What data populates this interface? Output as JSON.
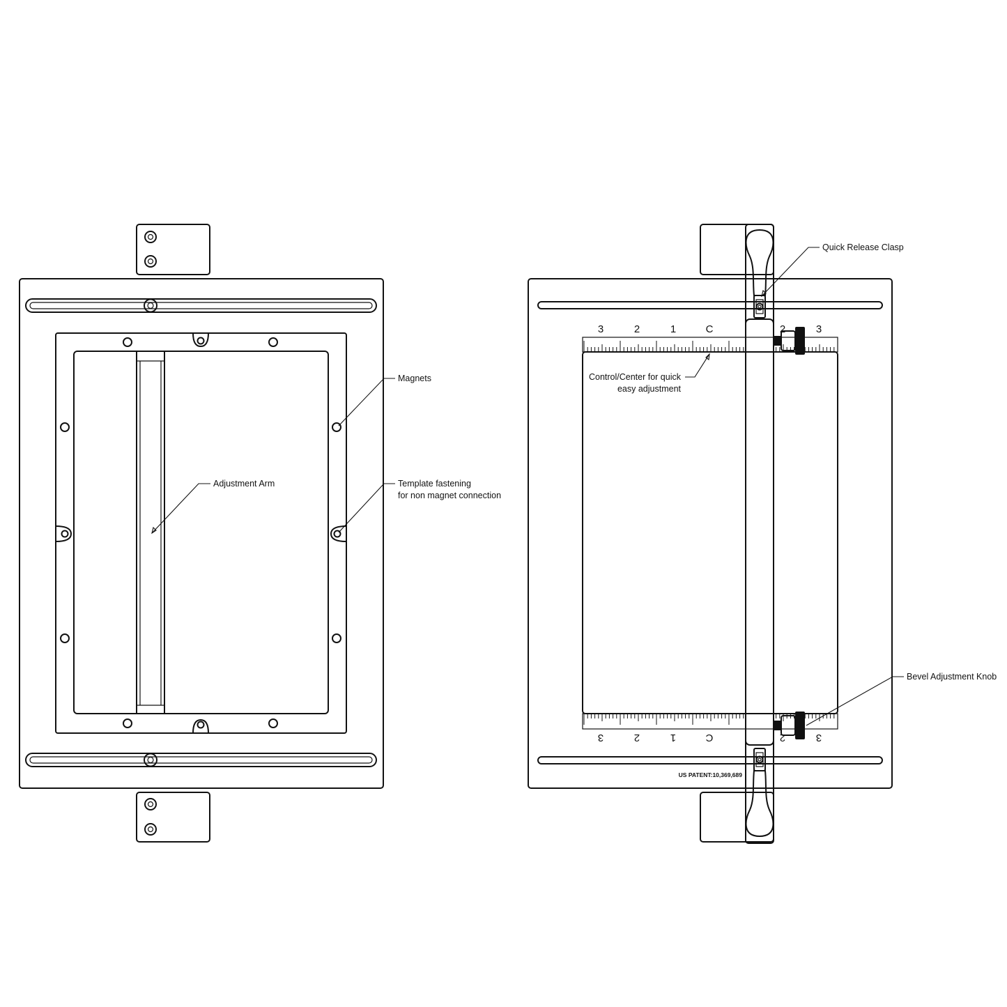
{
  "labels": {
    "magnets": "Magnets",
    "adjustment_arm": "Adjustment Arm",
    "template_fastening_1": "Template fastening",
    "template_fastening_2": "for non magnet connection",
    "quick_release_clasp": "Quick Release Clasp",
    "control_center_1": "Control/Center for quick",
    "control_center_2": "easy adjustment",
    "bevel_adjustment_knob": "Bevel Adjustment Knob",
    "patent": "US PATENT:10,369,689"
  },
  "scale_top": [
    "3",
    "2",
    "1",
    "C",
    "2",
    "3"
  ],
  "scale_bottom": [
    "3",
    "2",
    "1",
    "C",
    "2",
    "3"
  ]
}
